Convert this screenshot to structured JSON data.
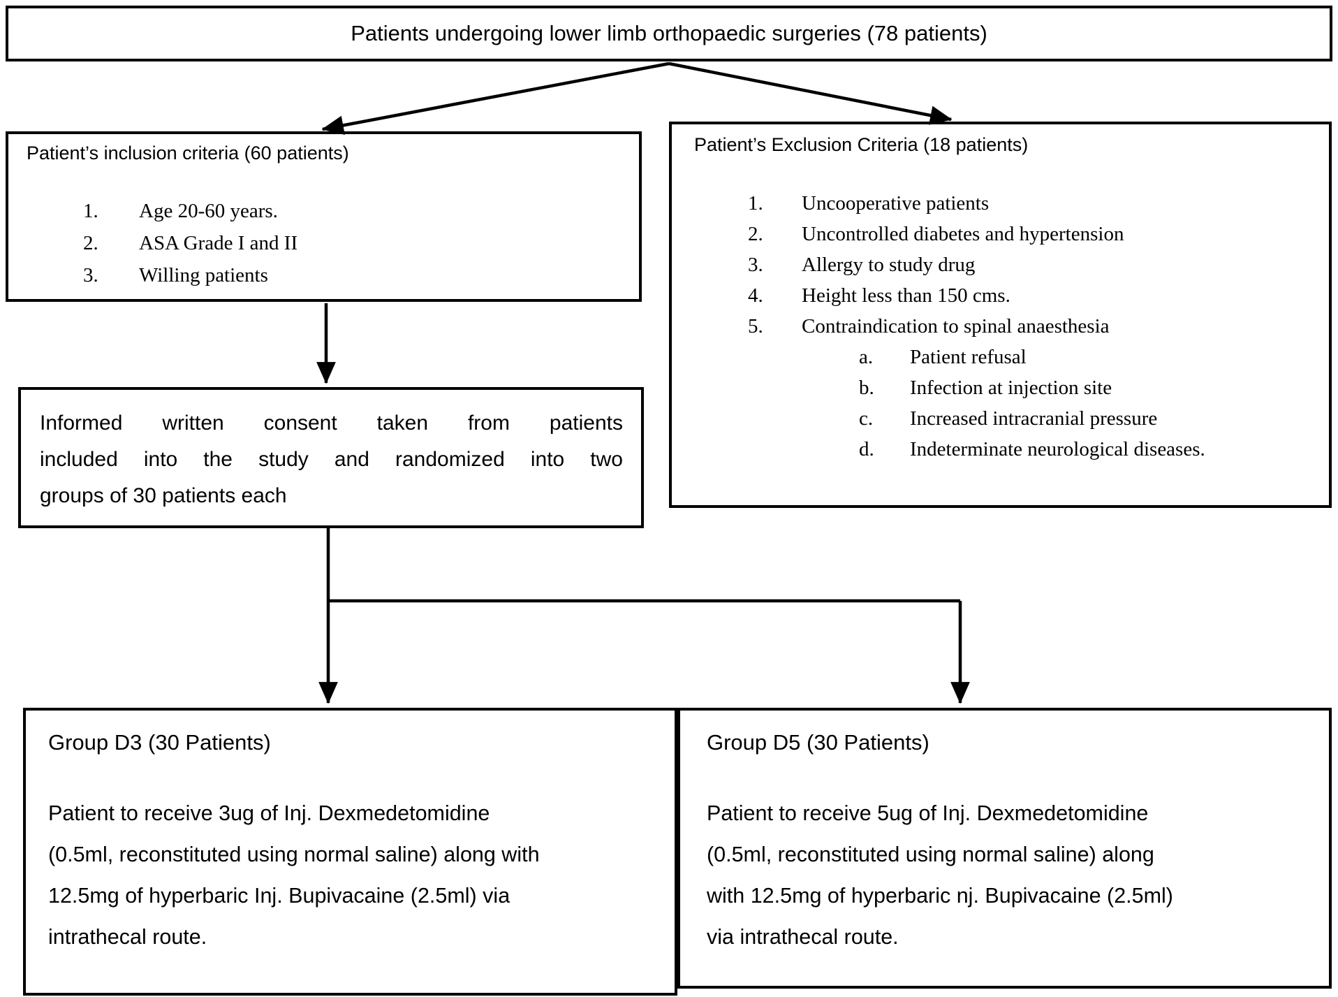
{
  "top_box": {
    "text": "Patients undergoing lower limb orthopaedic surgeries (78 patients)"
  },
  "inclusion_box": {
    "title": "Patient’s inclusion criteria (60 patients)",
    "items": [
      {
        "num": "1.",
        "text": "Age 20-60 years."
      },
      {
        "num": "2.",
        "text": "ASA Grade I and II"
      },
      {
        "num": "3.",
        "text": "Willing patients"
      }
    ]
  },
  "exclusion_box": {
    "title": "Patient’s Exclusion Criteria (18 patients)",
    "items": [
      {
        "num": "1.",
        "text": "Uncooperative patients"
      },
      {
        "num": "2.",
        "text": "Uncontrolled diabetes and hypertension"
      },
      {
        "num": "3.",
        "text": "Allergy to study drug"
      },
      {
        "num": "4.",
        "text": "Height less than 150 cms."
      },
      {
        "num": "5.",
        "text": "Contraindication to spinal anaesthesia"
      }
    ],
    "sub_items": [
      {
        "num": "a.",
        "text": "Patient refusal"
      },
      {
        "num": "b.",
        "text": "Infection at injection site"
      },
      {
        "num": "c.",
        "text": "Increased intracranial pressure"
      },
      {
        "num": "d.",
        "text": "Indeterminate neurological diseases."
      }
    ]
  },
  "consent_box": {
    "lines": [
      "Informed written consent taken from patients",
      "included into the study and randomized into two",
      "groups of 30 patients each"
    ]
  },
  "group_d3_box": {
    "title": "Group D3 (30 Patients)",
    "lines": [
      "Patient to receive 3ug of Inj. Dexmedetomidine",
      "(0.5ml, reconstituted using normal saline) along with",
      "12.5mg of hyperbaric Inj. Bupivacaine (2.5ml) via",
      "intrathecal route."
    ]
  },
  "group_d5_box": {
    "title": "Group D5 (30 Patients)",
    "lines": [
      "Patient to receive 5ug of Inj. Dexmedetomidine",
      "(0.5ml, reconstituted using normal saline) along",
      "with 12.5mg of hyperbaric  nj. Bupivacaine (2.5ml)",
      "via intrathecal route."
    ]
  },
  "colors": {
    "line": "#000000",
    "background": "#ffffff"
  }
}
